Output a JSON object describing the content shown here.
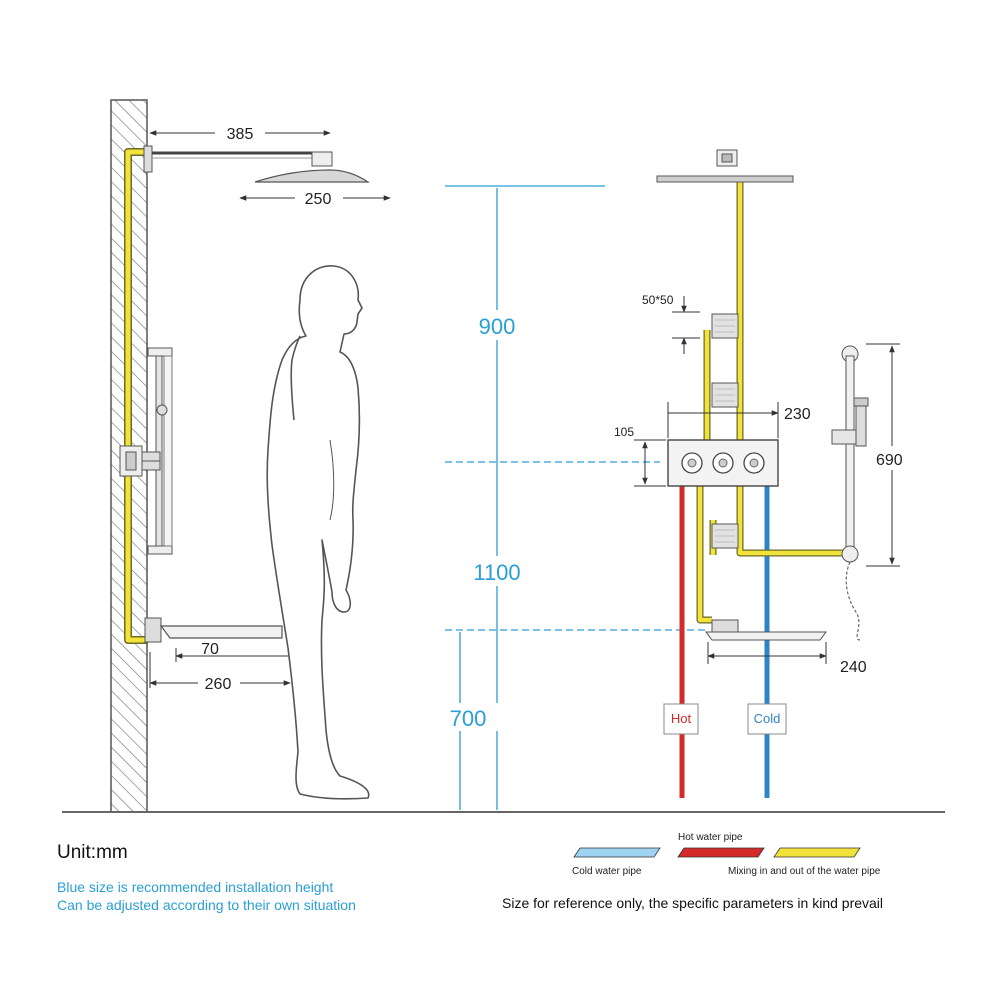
{
  "labels": {
    "d385": "385",
    "d250": "250",
    "d70": "70",
    "d260": "260",
    "d900": "900",
    "d1100": "1100",
    "d700": "700",
    "d50x50": "50*50",
    "d105": "105",
    "d230": "230",
    "d690": "690",
    "d240": "240",
    "hot": "Hot",
    "cold": "Cold"
  },
  "legend": {
    "hot_water_pipe": "Hot water pipe",
    "cold_water_pipe": "Cold water pipe",
    "mixing_pipe": "Mixing in and out of the water pipe"
  },
  "notes": {
    "unit": "Unit:mm",
    "blue_line1": "Blue size is recommended installation height",
    "blue_line2": "Can be adjusted according to their own situation",
    "reference": "Size for reference only, the specific parameters in kind prevail"
  },
  "colors": {
    "hot_pipe": "#d42a2a",
    "cold_pipe": "#2f84c6",
    "mix_pipe": "#f2e33a",
    "blue_dimension": "#2a9fd6"
  }
}
